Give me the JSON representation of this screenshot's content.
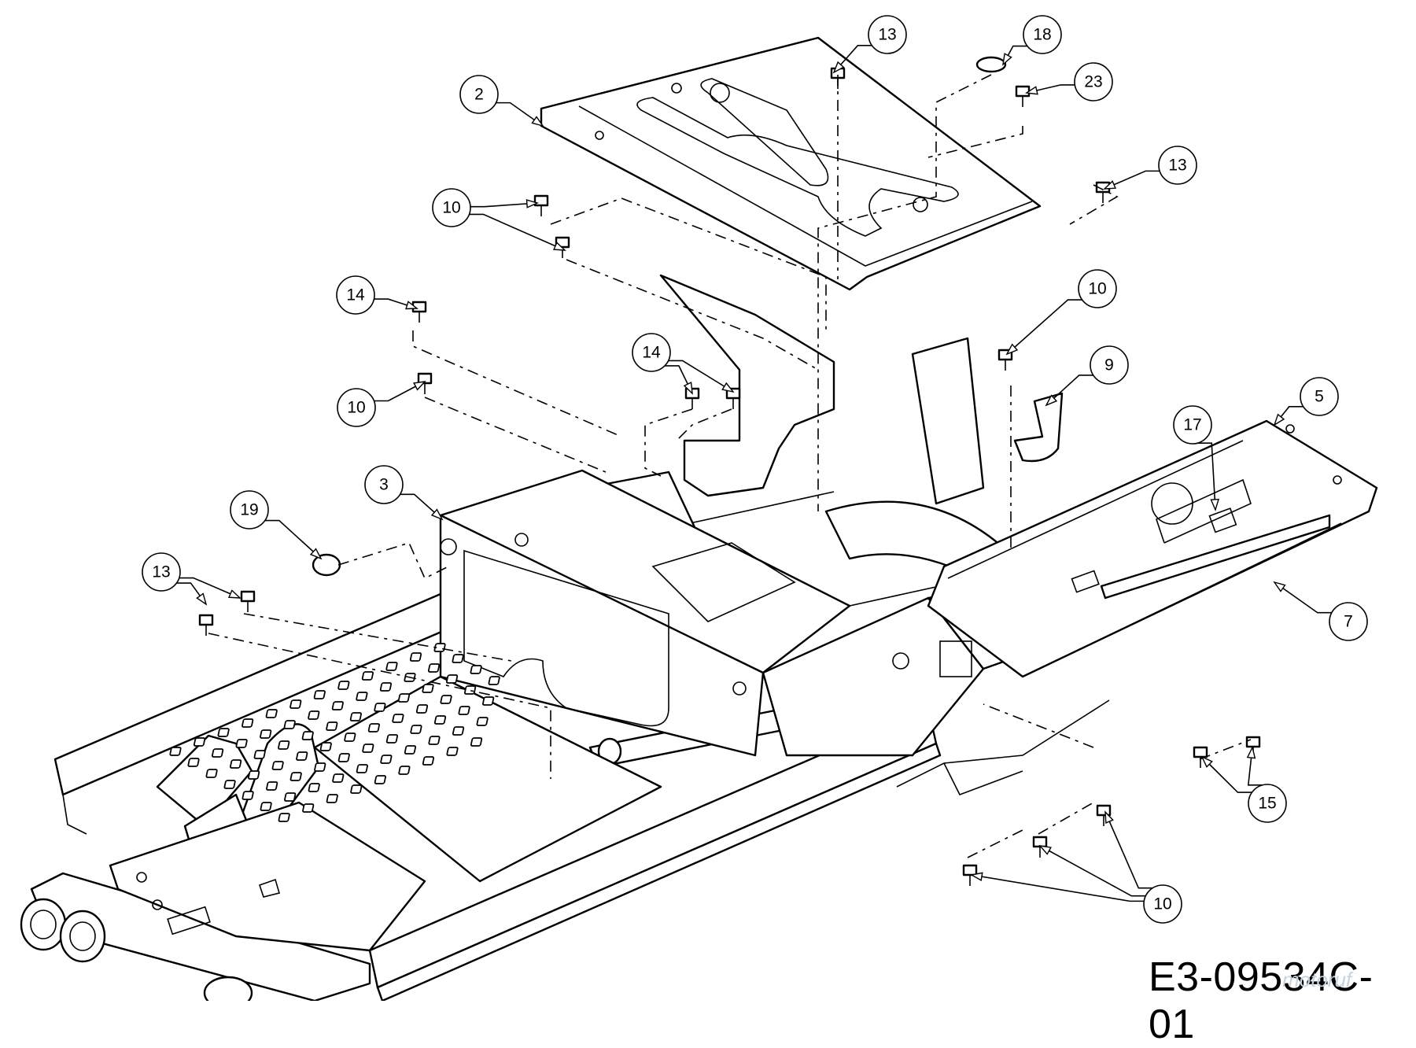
{
  "drawing_number": "E3-09534C-01",
  "watermark": "motoruf",
  "callouts": [
    "2",
    "3",
    "5",
    "7",
    "9",
    "10",
    "13",
    "14",
    "15",
    "17",
    "18",
    "19",
    "23"
  ]
}
